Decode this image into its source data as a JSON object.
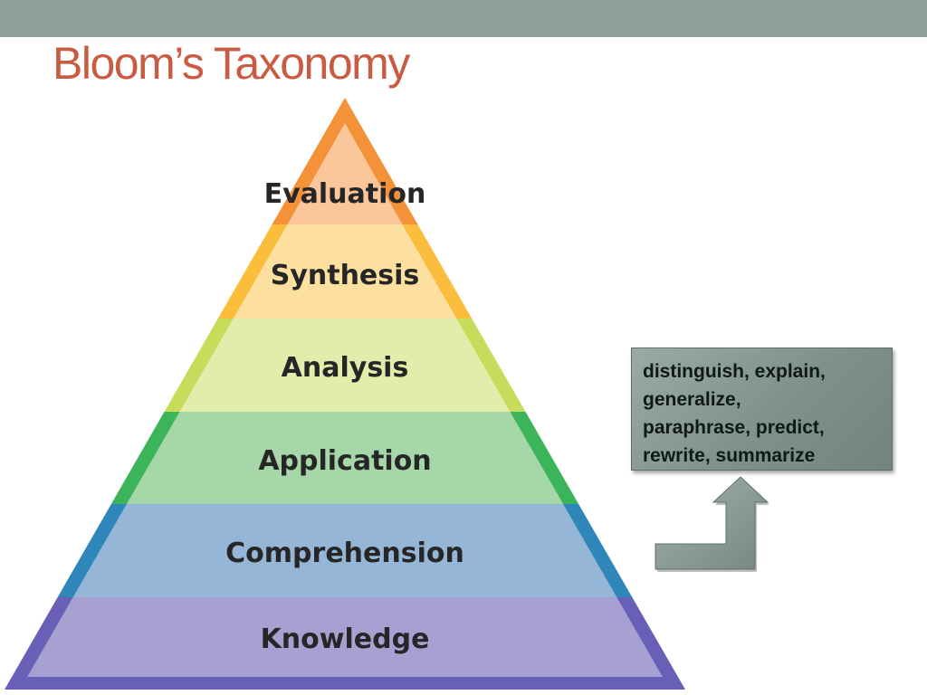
{
  "title": "Bloom’s Taxonomy",
  "pyramid": {
    "levels": [
      {
        "label": "Evaluation",
        "fill": "#fbc79a",
        "edge": "#f4923a"
      },
      {
        "label": "Synthesis",
        "fill": "#fde0a0",
        "edge": "#fbbd3c"
      },
      {
        "label": "Analysis",
        "fill": "#e4ecab",
        "edge": "#c8dc5c"
      },
      {
        "label": "Application",
        "fill": "#a6d7a8",
        "edge": "#3cb55a"
      },
      {
        "label": "Comprehension",
        "fill": "#95b6d6",
        "edge": "#2f86b8"
      },
      {
        "label": "Knowledge",
        "fill": "#a6a0d3",
        "edge": "#6a5fb6"
      }
    ]
  },
  "callout": {
    "lines": [
      "distinguish, explain,",
      "generalize,",
      "paraphrase, predict,",
      "rewrite, summarize"
    ]
  },
  "colors": {
    "title": "#c95b43",
    "top_bar": "#8fa09a",
    "callout_fill": "#8a9c95",
    "arrow_fill": "#8a9c95"
  },
  "icons": {
    "arrow": "up-turn-arrow-icon"
  }
}
